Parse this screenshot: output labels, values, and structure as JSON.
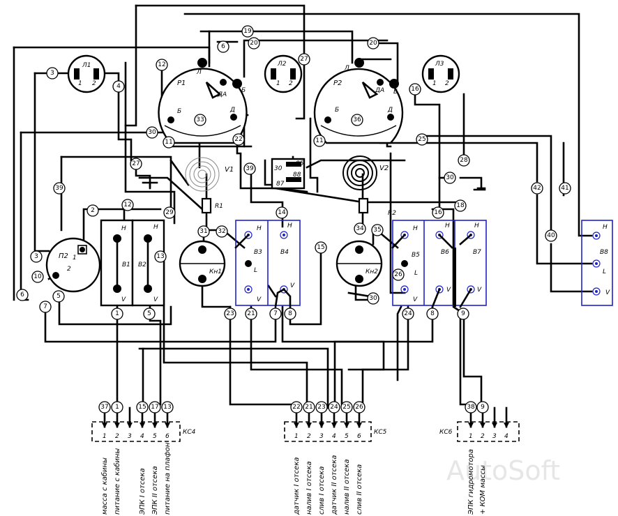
{
  "watermark": "AutoSoft",
  "components": {
    "lamps": [
      {
        "id": "lamp-l1",
        "label": "Л1",
        "pins": [
          "1",
          "2"
        ]
      },
      {
        "id": "lamp-l2",
        "label": "Л2",
        "pins": [
          "1",
          "2"
        ]
      },
      {
        "id": "lamp-l3",
        "label": "Л3",
        "pins": [
          "1",
          "2"
        ]
      }
    ],
    "relays": [
      {
        "id": "relay-p1",
        "label": "Р1",
        "terms": [
          "Л",
          "Б",
          "ДА",
          "Б",
          "Д"
        ]
      },
      {
        "id": "relay-p2",
        "label": "Р2",
        "terms": [
          "Л",
          "Б",
          "ДА",
          "Б",
          "Д"
        ]
      }
    ],
    "valves": [
      {
        "id": "valve-v1",
        "label": "V1"
      },
      {
        "id": "valve-v2",
        "label": "V2"
      }
    ],
    "resistors": [
      {
        "id": "resistor-r1",
        "label": "R1"
      },
      {
        "id": "resistor-r2",
        "label": "R2"
      }
    ],
    "buttons": [
      {
        "id": "button-kn1",
        "label": "Кн1"
      },
      {
        "id": "button-kn2",
        "label": "Кн2"
      }
    ],
    "p2_switch": {
      "label": "П2",
      "pins": [
        "1",
        "2"
      ]
    },
    "relay_box": {
      "labels": [
        "30",
        "85",
        "88",
        "87"
      ]
    },
    "switches_left": [
      {
        "label": "B1",
        "top": "H",
        "bottom": "V"
      },
      {
        "label": "B2",
        "top": "H",
        "bottom": "V"
      }
    ],
    "switches_mid": [
      {
        "label": "B3",
        "top": "H",
        "bottom": "V",
        "mid": "L"
      },
      {
        "label": "B4",
        "top": "H",
        "bottom": "V"
      }
    ],
    "switches_right": [
      {
        "label": "B5",
        "top": "H",
        "bottom": "V",
        "mid": "L"
      },
      {
        "label": "B6",
        "top": "H",
        "bottom": "V"
      },
      {
        "label": "B7",
        "top": "H",
        "bottom": "V"
      }
    ],
    "switch_b8": {
      "label": "B8",
      "terms": [
        "H",
        "L",
        "V"
      ]
    }
  },
  "wire_tags": [
    "1",
    "2",
    "3",
    "4",
    "5",
    "6",
    "7",
    "8",
    "9",
    "10",
    "11",
    "12",
    "13",
    "14",
    "15",
    "16",
    "17",
    "18",
    "19",
    "20",
    "21",
    "22",
    "23",
    "24",
    "25",
    "26",
    "27",
    "28",
    "29",
    "30",
    "31",
    "32",
    "33",
    "34",
    "35",
    "36",
    "37",
    "38",
    "39",
    "40",
    "41",
    "42"
  ],
  "connectors": [
    {
      "id": "kc4",
      "label": "КС4",
      "wire_tags": [
        "37",
        "1",
        "",
        "15",
        "17",
        "13"
      ],
      "pins": [
        "1",
        "2",
        "3",
        "4",
        "5",
        "6"
      ],
      "captions": [
        "масса с кабины",
        "питание с кабины",
        "",
        "ЭПК I отсека",
        "ЭПК II отсека",
        "питание на плафон"
      ]
    },
    {
      "id": "kc5",
      "label": "КС5",
      "wire_tags": [
        "22",
        "21",
        "23",
        "24",
        "25",
        "26"
      ],
      "pins": [
        "1",
        "2",
        "3",
        "4",
        "5",
        "6"
      ],
      "captions": [
        "датчик I отсека",
        "налив I отсека",
        "слив I отсека",
        "датчик II отсека",
        "налив II отсека",
        "слив II отсека"
      ]
    },
    {
      "id": "kc6",
      "label": "КС6",
      "wire_tags": [
        "38",
        "9",
        "",
        ""
      ],
      "pins": [
        "1",
        "2",
        "3",
        "4"
      ],
      "captions": [
        "ЭПК гидромотора",
        "+ КОМ массы",
        "",
        ""
      ]
    }
  ]
}
